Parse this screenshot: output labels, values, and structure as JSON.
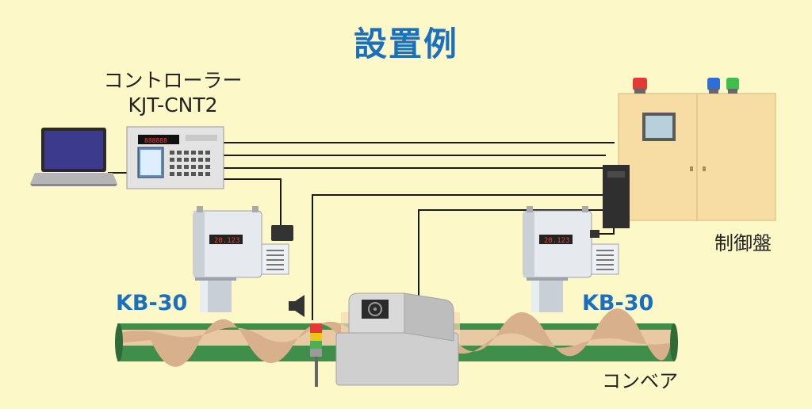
{
  "title": "設置例",
  "controller": {
    "label_line1": "コントローラー",
    "label_line2": "KJT-CNT2"
  },
  "sensor_label_left": "KB-30",
  "sensor_label_right": "KB-30",
  "panel_label": "制御盤",
  "conveyor_label": "コンベア",
  "sensor_display": "20.123",
  "colors": {
    "background": "#fdf8c8",
    "title": "#1a6fbf",
    "conveyor": "#3f8f4a",
    "panel": "#f7dca4"
  }
}
